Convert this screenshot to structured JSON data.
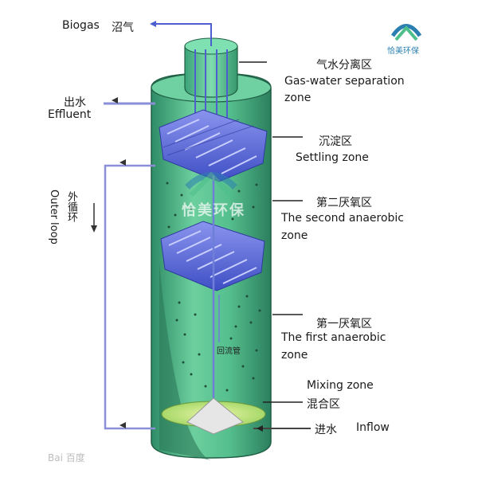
{
  "labels": {
    "biogas_en": "Biogas",
    "biogas_cn": "沼气",
    "effluent_cn": "出水",
    "effluent_en": "Effluent",
    "outer_loop_cn": "外循环",
    "outer_loop_en": "Outer loop",
    "gas_water_cn": "气水分离区",
    "gas_water_en_1": "Gas-water separation",
    "gas_water_en_2": "zone",
    "settling_cn": "沉淀区",
    "settling_en": "Settling zone",
    "second_cn": "第二厌氧区",
    "second_en_1": "The second anaerobic",
    "second_en_2": "zone",
    "first_cn": "第一厌氧区",
    "first_en_1": "The first anaerobic",
    "first_en_2": "zone",
    "return_pipe_cn": "回流管",
    "mixing_en": "Mixing zone",
    "mixing_cn": "混合区",
    "inflow_cn": "进水",
    "inflow_en": "Inflow"
  },
  "logo": {
    "text": "恰美环保",
    "watermark": "恰美环保"
  },
  "watermark_bottom": "Bai 百度",
  "colors": {
    "tank": "#4fb88a",
    "tank_dark": "#2e8a66",
    "tank_light": "#7fd3a8",
    "baffle": "#5566d8",
    "pipe": "#5a6fd0",
    "logo_blue": "#2a7fb0",
    "logo_green": "#4cbf8a"
  }
}
